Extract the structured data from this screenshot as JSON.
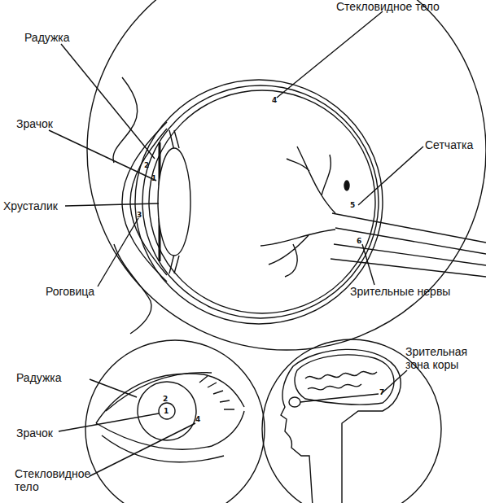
{
  "diagram": {
    "labels": [
      "Стекловидное тело",
      "Радужка",
      "Зрачок",
      "Хрусталик",
      "Роговица",
      "Сетчатка",
      "Зрительные нервы",
      "4",
      "2",
      "1",
      "3",
      "5",
      "6",
      "Зрительная зона коры",
      "7",
      "Радужка",
      "2",
      "1",
      "Зрачок",
      "4",
      "Стекловидное тело"
    ]
  }
}
